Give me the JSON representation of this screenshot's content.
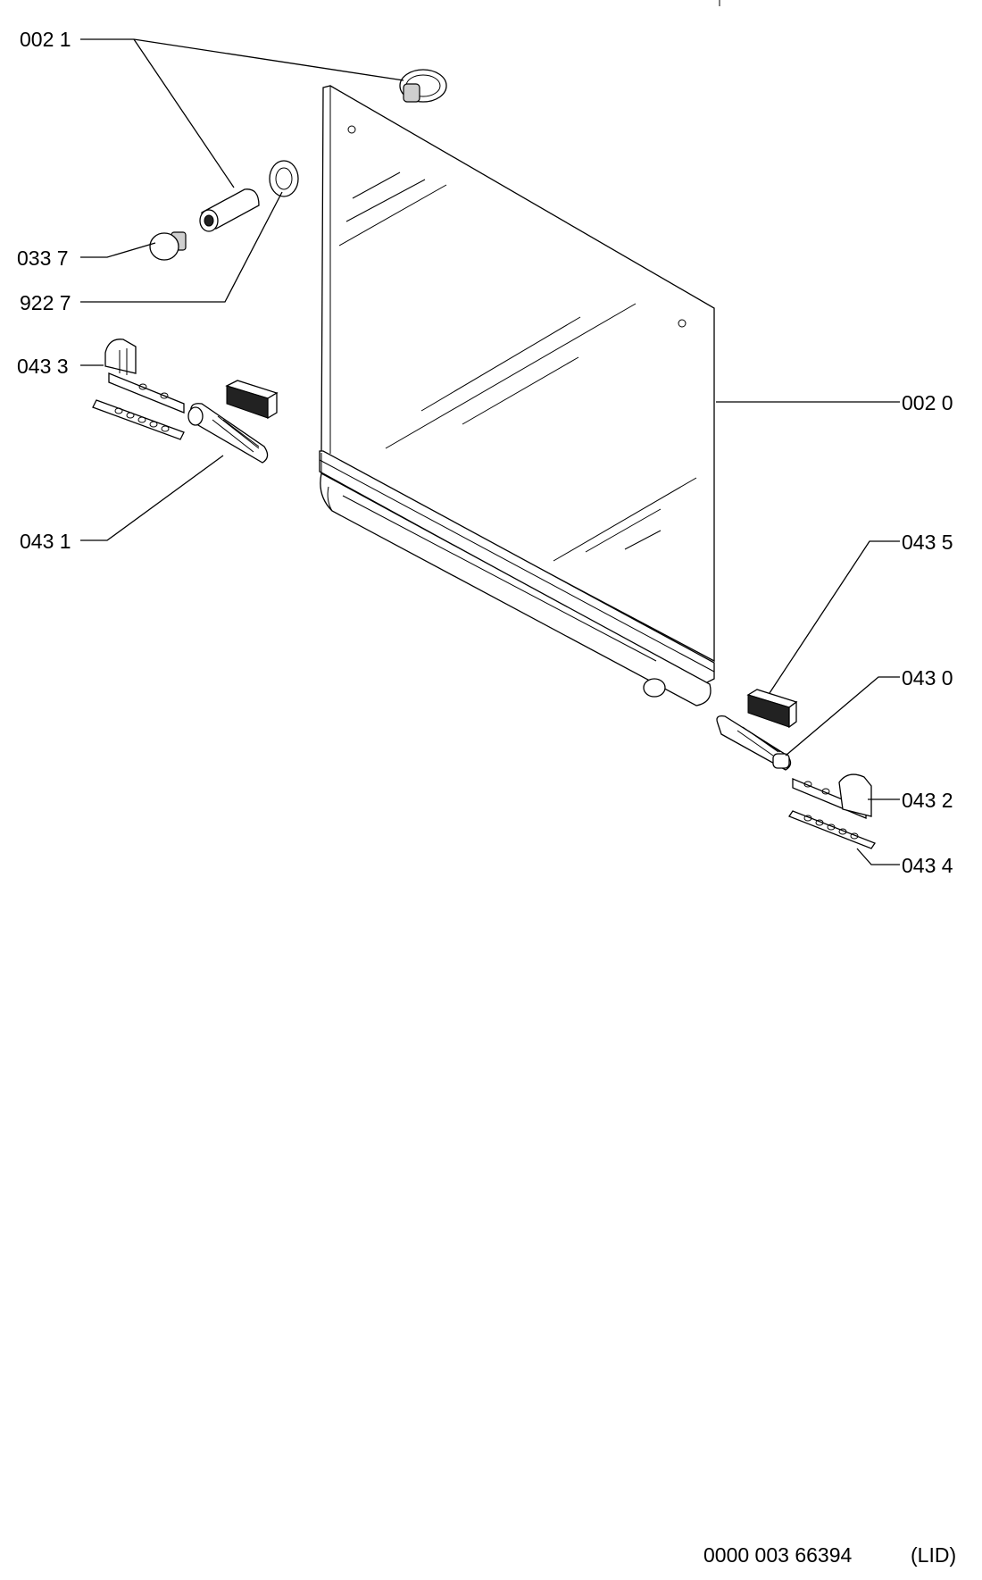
{
  "labels": {
    "p0021": "002 1",
    "p0337": "033 7",
    "p9227": "922 7",
    "p0433": "043 3",
    "p0431": "043 1",
    "p0020": "002 0",
    "p0435": "043 5",
    "p0430": "043 0",
    "p0432": "043 2",
    "p0434": "043 4"
  },
  "footer": {
    "code": "0000 003 66394",
    "tag": "(LID)"
  }
}
